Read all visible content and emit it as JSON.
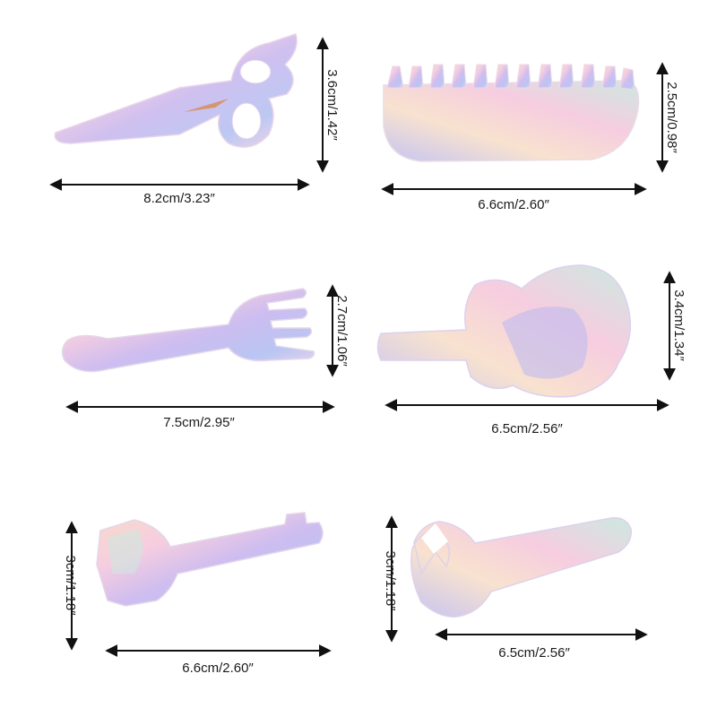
{
  "products": [
    {
      "name": "scissors",
      "width_label": "8.2cm/3.23″",
      "height_label": "3.6cm/1.42″"
    },
    {
      "name": "comb",
      "width_label": "6.6cm/2.60″",
      "height_label": "2.5cm/0.98″"
    },
    {
      "name": "fork",
      "width_label": "7.5cm/2.95″",
      "height_label": "2.7cm/1.06″"
    },
    {
      "name": "guitar",
      "width_label": "6.5cm/2.56″",
      "height_label": "3.4cm/1.34″"
    },
    {
      "name": "key",
      "width_label": "6.6cm/2.60″",
      "height_label": "3cm/1.18″"
    },
    {
      "name": "wrench",
      "width_label": "6.5cm/2.56″",
      "height_label": "3cm/1.18″"
    }
  ],
  "palette": {
    "pink": "#f6cde0",
    "peach": "#f8dcc8",
    "lilac": "#cdbdf0",
    "blue": "#b9c6f3",
    "mint": "#cbe9df",
    "arrow": "#111111"
  }
}
